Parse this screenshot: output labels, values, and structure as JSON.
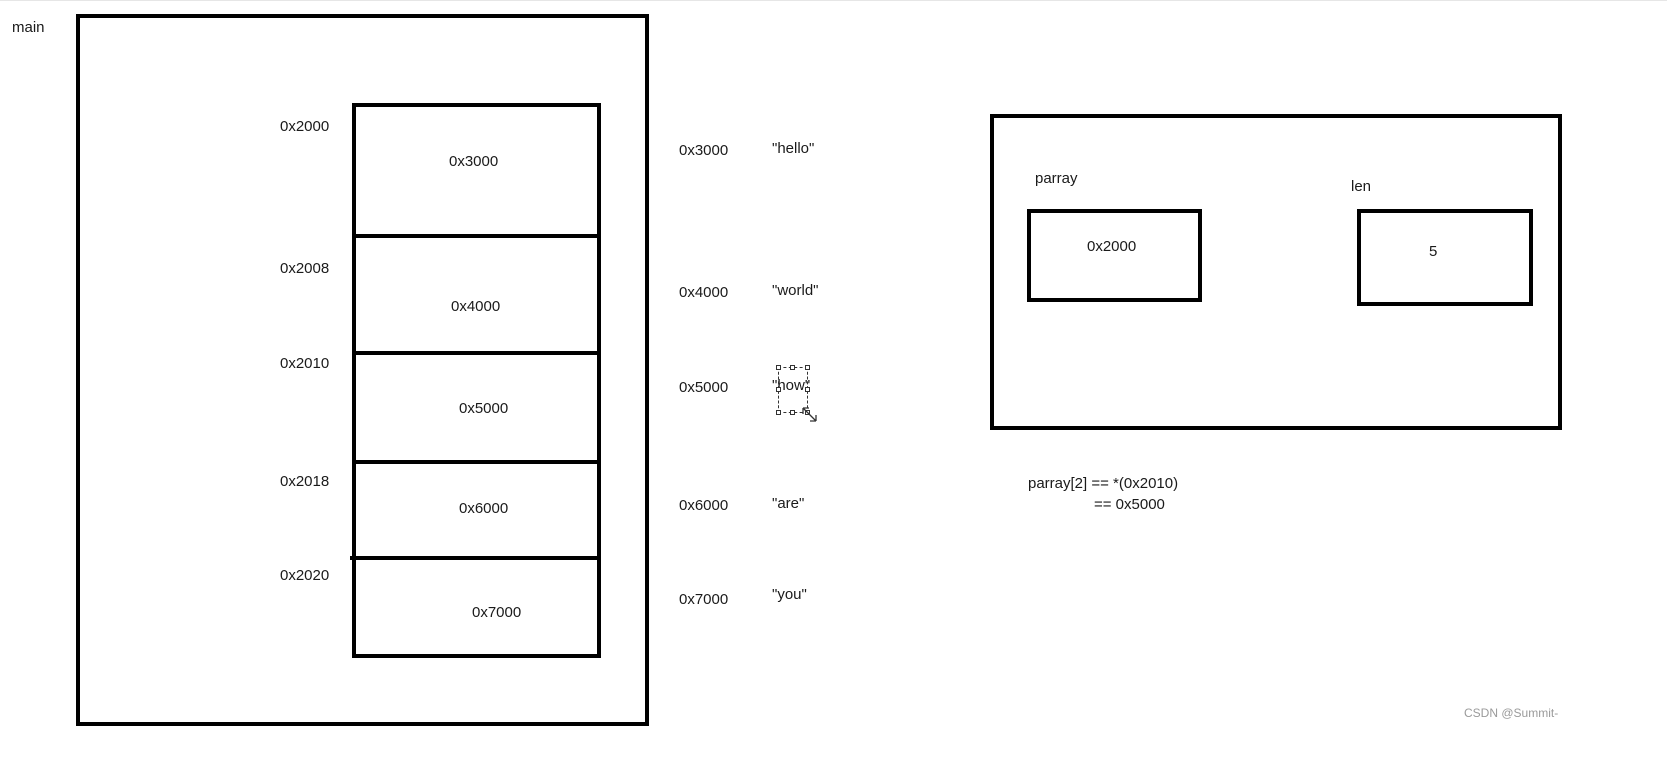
{
  "frame_label": "main",
  "array": {
    "addresses": [
      "0x2000",
      "0x2008",
      "0x2010",
      "0x2018",
      "0x2020"
    ],
    "values": [
      "0x3000",
      "0x4000",
      "0x5000",
      "0x6000",
      "0x7000"
    ]
  },
  "strings": {
    "addresses": [
      "0x3000",
      "0x4000",
      "0x5000",
      "0x6000",
      "0x7000"
    ],
    "values": [
      "\"hello\"",
      "\"world\"",
      "\"how\"",
      "\"are\"",
      "\"you\""
    ]
  },
  "struct": {
    "parray_label": "parray",
    "parray_value": "0x2000",
    "len_label": "len",
    "len_value": "5"
  },
  "formula": {
    "line1": "parray[2] == *(0x2010)",
    "line2": "==  0x5000"
  },
  "watermark": "CSDN @Summit-"
}
